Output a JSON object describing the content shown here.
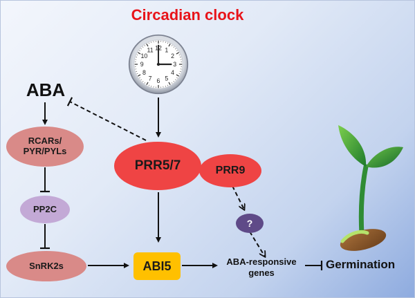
{
  "title": "Circadian clock",
  "nodes": {
    "aba": "ABA",
    "rcars": "RCARs/\nPYR/PYLs",
    "pp2c": "PP2C",
    "snrk2s": "SnRK2s",
    "prr57": "PRR5/7",
    "prr9": "PRR9",
    "unknown": "?",
    "abi5": "ABI5",
    "aba_responsive": "ABA-responsive\ngenes",
    "germination": "Germination"
  },
  "clock": {
    "numbers": [
      "12",
      "1",
      "2",
      "3",
      "4",
      "5",
      "6",
      "7",
      "8",
      "9",
      "10",
      "11"
    ]
  },
  "colors": {
    "title_red": "#e8141a",
    "prr_red": "#ef4444",
    "rcars_pink": "#d98a88",
    "pp2c_purple": "#c3a9d6",
    "unknown_purple": "#5f4a88",
    "abi5_yellow": "#ffc000",
    "seedling_green": "#2f8c34",
    "seed_brown": "#8b5a2b"
  },
  "icons": [
    "clock-icon",
    "seedling-icon"
  ]
}
